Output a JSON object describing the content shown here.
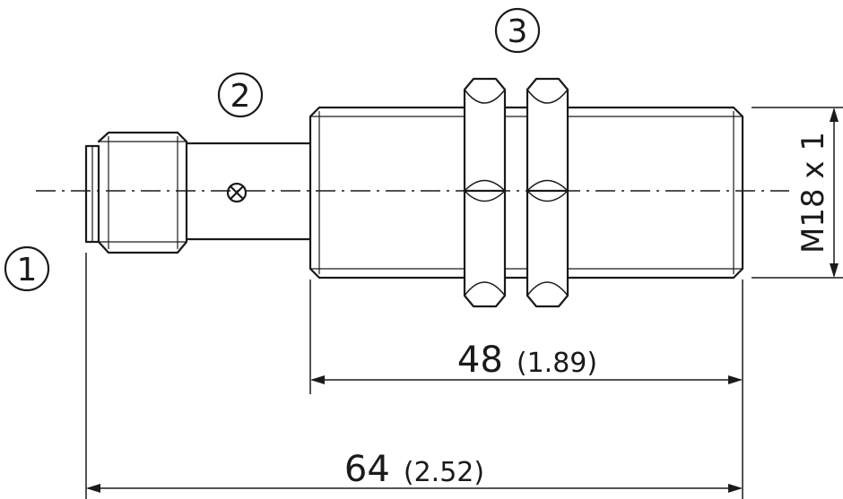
{
  "callouts": [
    {
      "label": "1"
    },
    {
      "label": "2"
    },
    {
      "label": "3"
    }
  ],
  "dimensions": {
    "body_length": {
      "value": "48",
      "inch": "(1.89)"
    },
    "total_length": {
      "value": "64",
      "inch": "(2.52)"
    },
    "thread": "M18 x 1"
  }
}
